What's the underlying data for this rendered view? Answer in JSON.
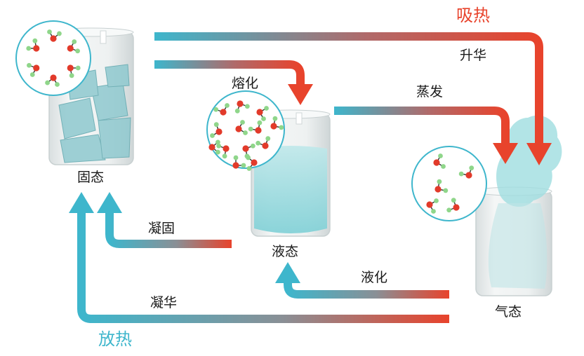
{
  "states": {
    "solid": "固态",
    "liquid": "液态",
    "gas": "气态"
  },
  "transitions": {
    "melting": "熔化",
    "vaporization": "蒸发",
    "sublimation": "升华",
    "freezing": "凝固",
    "condensation": "液化",
    "deposition": "凝华"
  },
  "heat": {
    "absorb": "吸热",
    "release": "放热"
  },
  "colors": {
    "hot": "#e8432c",
    "cold": "#3eb6cc",
    "water": "#9fdde0",
    "oxygen": "#e23a2a",
    "hydrogen": "#8fd68a"
  }
}
